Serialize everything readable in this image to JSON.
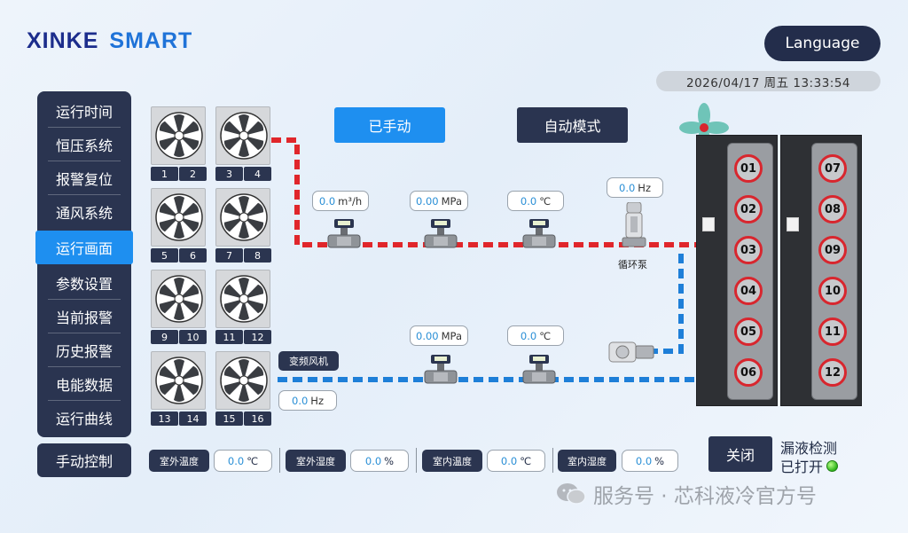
{
  "header": {
    "logo_part1": "XINKE",
    "logo_part2": "SMART",
    "language_label": "Language",
    "datetime": "2026/04/17  周五  13:33:54"
  },
  "sidebar": {
    "items": [
      {
        "label": "运行时间"
      },
      {
        "label": "恒压系统"
      },
      {
        "label": "报警复位"
      },
      {
        "label": "通风系统"
      },
      {
        "label": "运行画面",
        "active": true
      },
      {
        "label": "参数设置"
      },
      {
        "label": "当前报警"
      },
      {
        "label": "历史报警"
      },
      {
        "label": "电能数据"
      },
      {
        "label": "运行曲线"
      }
    ],
    "manual_control": "手动控制"
  },
  "fans": {
    "numbers": [
      "1",
      "2",
      "3",
      "4",
      "5",
      "6",
      "7",
      "8",
      "9",
      "10",
      "11",
      "12",
      "13",
      "14",
      "15",
      "16"
    ]
  },
  "modes": {
    "manual_label": "已手动",
    "auto_label": "自动模式",
    "manual_color": "#1e8ff0",
    "auto_color": "#2a3450"
  },
  "readings": {
    "flow": {
      "value": "0.0",
      "unit": "m³/h"
    },
    "pressure_top": {
      "value": "0.00",
      "unit": "MPa"
    },
    "temp_top": {
      "value": "0.0",
      "unit": "℃"
    },
    "pump_freq": {
      "value": "0.0",
      "unit": "Hz"
    },
    "pump_label": "循环泵",
    "pressure_bottom": {
      "value": "0.00",
      "unit": "MPa"
    },
    "temp_bottom": {
      "value": "0.0",
      "unit": "℃"
    },
    "vfd_fan_label": "变频风机",
    "fan_freq": {
      "value": "0.0",
      "unit": "Hz"
    }
  },
  "servers": {
    "left": [
      "01",
      "02",
      "03",
      "04",
      "05",
      "06"
    ],
    "right": [
      "07",
      "08",
      "09",
      "10",
      "11",
      "12"
    ]
  },
  "sensors": [
    {
      "label": "室外温度",
      "value": "0.0",
      "unit": "℃"
    },
    {
      "label": "室外湿度",
      "value": "0.0",
      "unit": "%"
    },
    {
      "label": "室内温度",
      "value": "0.0",
      "unit": "℃"
    },
    {
      "label": "室内湿度",
      "value": "0.0",
      "unit": "%"
    }
  ],
  "leak": {
    "close_label": "关闭",
    "title": "漏液检测",
    "status": "已打开",
    "status_color": "#2fb51c"
  },
  "watermark": "服务号 · 芯科液冷官方号",
  "colors": {
    "hot_pipe": "#e0262b",
    "cold_pipe": "#1e7fd8"
  }
}
